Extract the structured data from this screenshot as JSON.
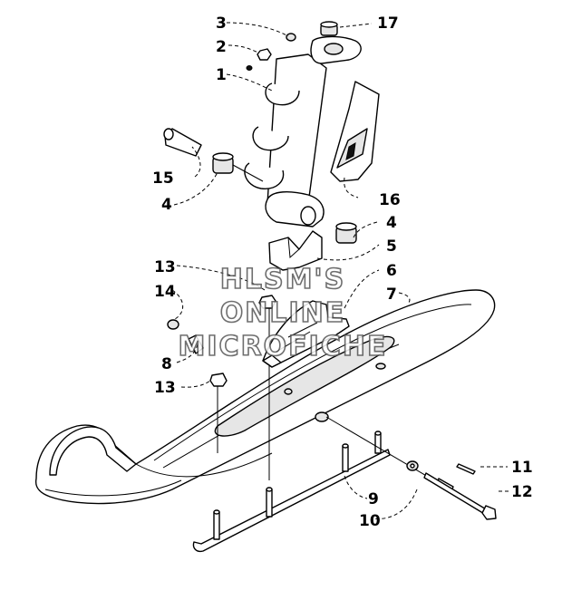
{
  "watermark": {
    "line1": "HLSM'S",
    "line2": "ONLINE",
    "line3": "MICROFICHE"
  },
  "callouts": {
    "c1": "1",
    "c2": "2",
    "c3": "3",
    "c4a": "4",
    "c4b": "4",
    "c5": "5",
    "c6": "6",
    "c7": "7",
    "c8": "8",
    "c9": "9",
    "c10": "10",
    "c11": "11",
    "c12": "12",
    "c13a": "13",
    "c13b": "13",
    "c14": "14",
    "c15": "15",
    "c16": "16",
    "c17": "17"
  }
}
